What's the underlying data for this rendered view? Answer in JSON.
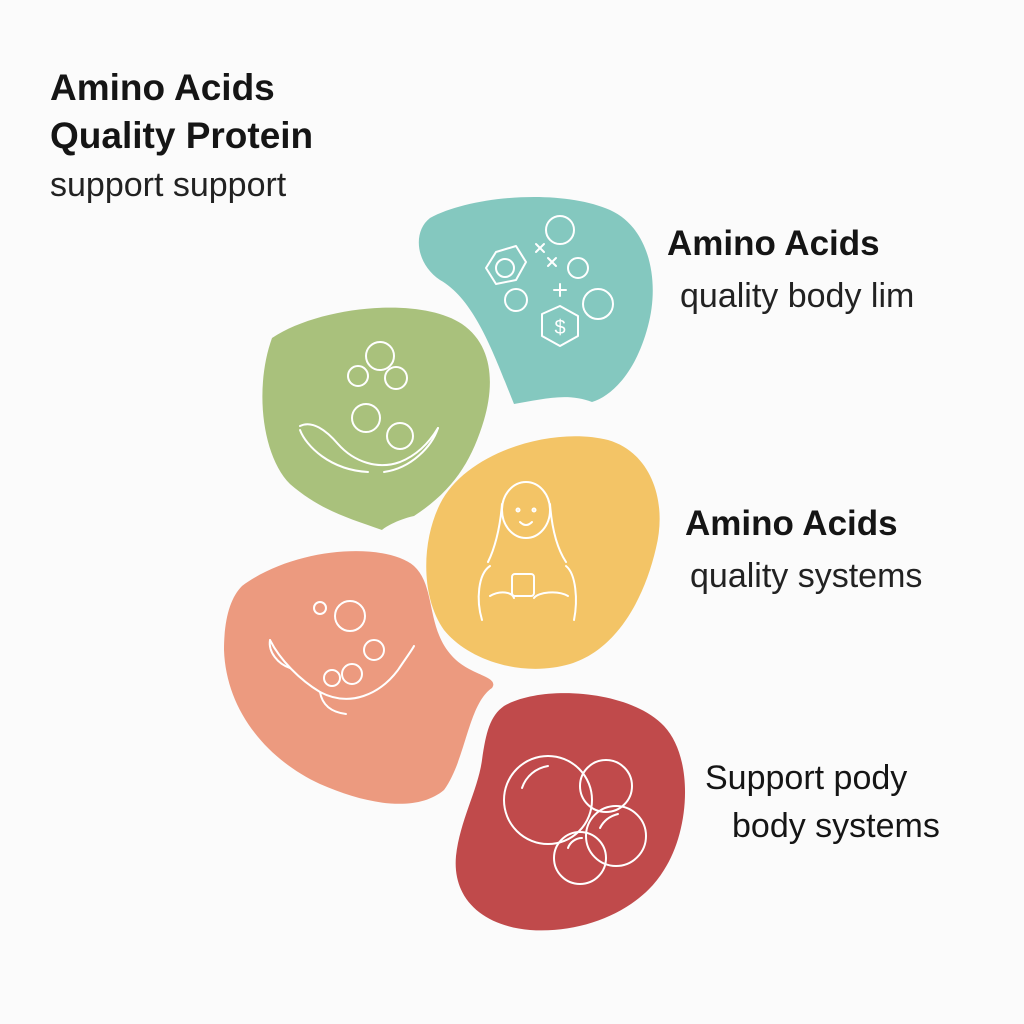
{
  "header": {
    "line1": "Amino Acids",
    "line2": "Quality Protein",
    "line3": "support support"
  },
  "blobs": [
    {
      "id": "teal",
      "color": "#84c8bf",
      "icon": "molecules-icon"
    },
    {
      "id": "green",
      "color": "#a9c17c",
      "icon": "hands-bubbles-icon"
    },
    {
      "id": "yellow",
      "color": "#f3c466",
      "icon": "person-drink-icon"
    },
    {
      "id": "salmon",
      "color": "#ec9a7f",
      "icon": "hand-bubbles-icon"
    },
    {
      "id": "red",
      "color": "#c04a4b",
      "icon": "bubbles-icon"
    }
  ],
  "labels": [
    {
      "head": "Amino Acids",
      "body": "quality body lim"
    },
    {
      "head": "Amino Acids",
      "body": "quality systems"
    },
    {
      "head": "Support pody",
      "body": "body systems"
    }
  ]
}
